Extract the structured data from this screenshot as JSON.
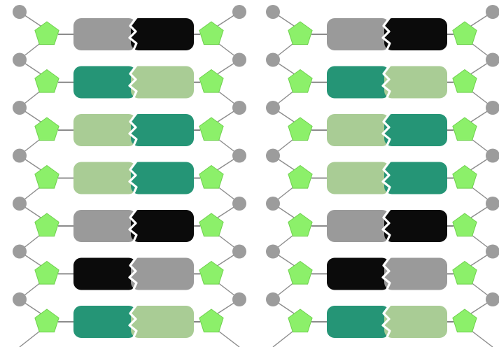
{
  "colors": {
    "backbone_line": "#8c8c8c",
    "phosphate": "#9c9c9c",
    "sugar": "#8cf06a",
    "sugar_stroke": "#6fd04e",
    "bond_line": "#666666",
    "gap": "#ffffff"
  },
  "base_colors": {
    "gray": "#9a9a9a",
    "black": "#0b0b0b",
    "teal": "#259576",
    "light_green": "#a9cc95"
  },
  "strands": [
    {
      "rows": [
        {
          "pair": [
            "gray",
            "black"
          ]
        },
        {
          "pair": [
            "teal",
            "light_green"
          ]
        },
        {
          "pair": [
            "light_green",
            "teal"
          ]
        },
        {
          "pair": [
            "light_green",
            "teal"
          ]
        },
        {
          "pair": [
            "gray",
            "black"
          ]
        },
        {
          "pair": [
            "black",
            "gray"
          ]
        },
        {
          "pair": [
            "teal",
            "light_green"
          ]
        }
      ]
    },
    {
      "rows": [
        {
          "pair": [
            "gray",
            "black"
          ]
        },
        {
          "pair": [
            "teal",
            "light_green"
          ]
        },
        {
          "pair": [
            "light_green",
            "teal"
          ]
        },
        {
          "pair": [
            "light_green",
            "teal"
          ]
        },
        {
          "pair": [
            "gray",
            "black"
          ]
        },
        {
          "pair": [
            "black",
            "gray"
          ]
        },
        {
          "pair": [
            "teal",
            "light_green"
          ]
        }
      ]
    }
  ]
}
